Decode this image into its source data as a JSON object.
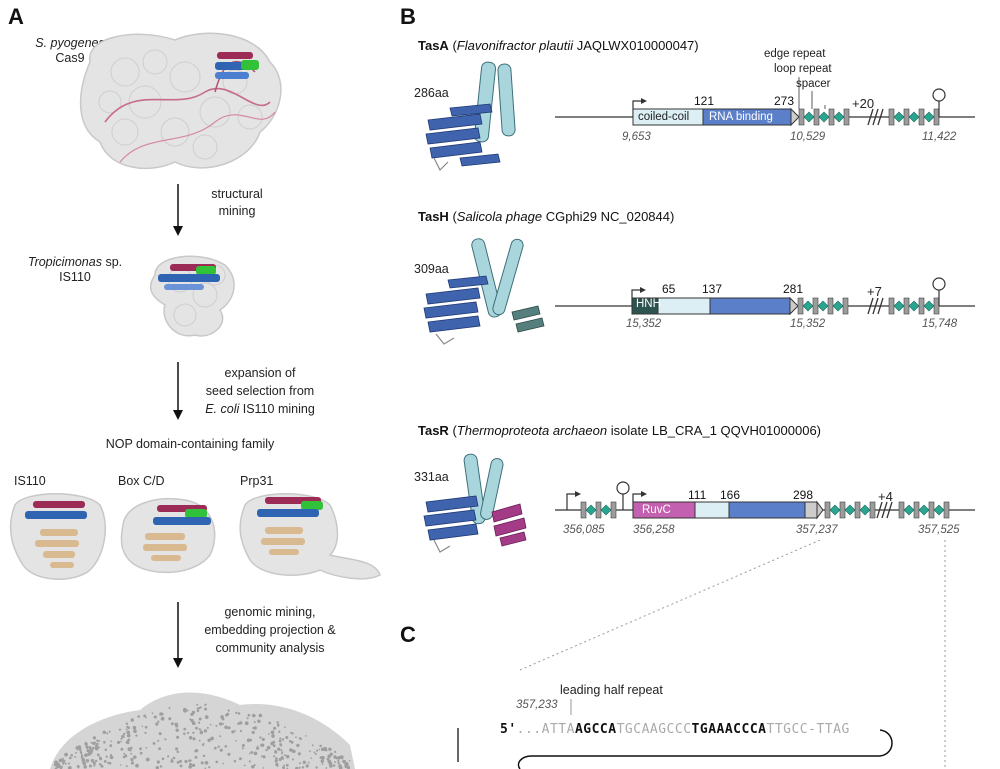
{
  "panels": {
    "a": "A",
    "b": "B",
    "c": "C"
  },
  "panel_a": {
    "cas9_species": "S. pyogenes",
    "cas9_name": "Cas9",
    "step1": [
      "structural",
      "mining"
    ],
    "tropi_species": "Tropicimonas",
    "tropi_sp": " sp.",
    "tropi_name": "IS110",
    "step2_line1": "expansion of",
    "step2_line2": "seed selection from",
    "step2_line3_it": "E. coli",
    "step2_line3_rest": " IS110 mining",
    "family_title": "NOP domain-containing family",
    "members": [
      "IS110",
      "Box C/D",
      "Prp31"
    ],
    "step3": [
      "genomic mining,",
      "embedding projection &",
      "community analysis"
    ]
  },
  "panel_b": {
    "tasa": {
      "name": "TasA",
      "paren_open": " (",
      "species": "Flavonifractor plautii",
      "accession": " JAQLWX010000047)",
      "length": "286aa",
      "domain1": "coiled-coil",
      "domain2": "RNA binding",
      "pos_121": "121",
      "pos_273": "273",
      "coord_start": "9,653",
      "coord_mid": "10,529",
      "coord_end": "11,422",
      "edge_repeat": "edge repeat",
      "loop_repeat": "loop repeat",
      "spacer": "spacer",
      "extra": "+20"
    },
    "tash": {
      "name": "TasH",
      "paren_open": " (",
      "species": "Salicola phage",
      "accession": " CGphi29 NC_020844)",
      "length": "309aa",
      "domain1": "HNH",
      "pos_65": "65",
      "pos_137": "137",
      "pos_281": "281",
      "coord_start": "15,352",
      "coord_mid": "15,352",
      "coord_end": "15,748",
      "extra": "+7"
    },
    "tasr": {
      "name": "TasR",
      "paren_open": " (",
      "species": "Thermoproteota archaeon",
      "accession": " isolate LB_CRA_1 QQVH01000006)",
      "length": "331aa",
      "domain1": "RuvC",
      "pos_111": "111",
      "pos_166": "166",
      "pos_298": "298",
      "coord_1": "356,085",
      "coord_2": "356,258",
      "coord_3": "357,237",
      "coord_4": "357,525",
      "extra": "+4"
    }
  },
  "panel_c": {
    "label": "leading half repeat",
    "coord": "357,233",
    "prime": "5'",
    "dots": "...",
    "seq_parts": [
      {
        "t": "ATTA",
        "k": false
      },
      {
        "t": "AGCCA",
        "k": true
      },
      {
        "t": "TGCAAGCCC",
        "k": false
      },
      {
        "t": "TGAAACCCA",
        "k": true
      },
      {
        "t": "TTGCC-TTAG",
        "k": false
      }
    ]
  },
  "colors": {
    "coiled_coil": "#dceff5",
    "rna_binding": "#5b7fc9",
    "hnh": "#2e5450",
    "ruvc": "#c460b0",
    "repeat_teal": "#2aa58f",
    "repeat_gray": "#9c9c9c"
  }
}
